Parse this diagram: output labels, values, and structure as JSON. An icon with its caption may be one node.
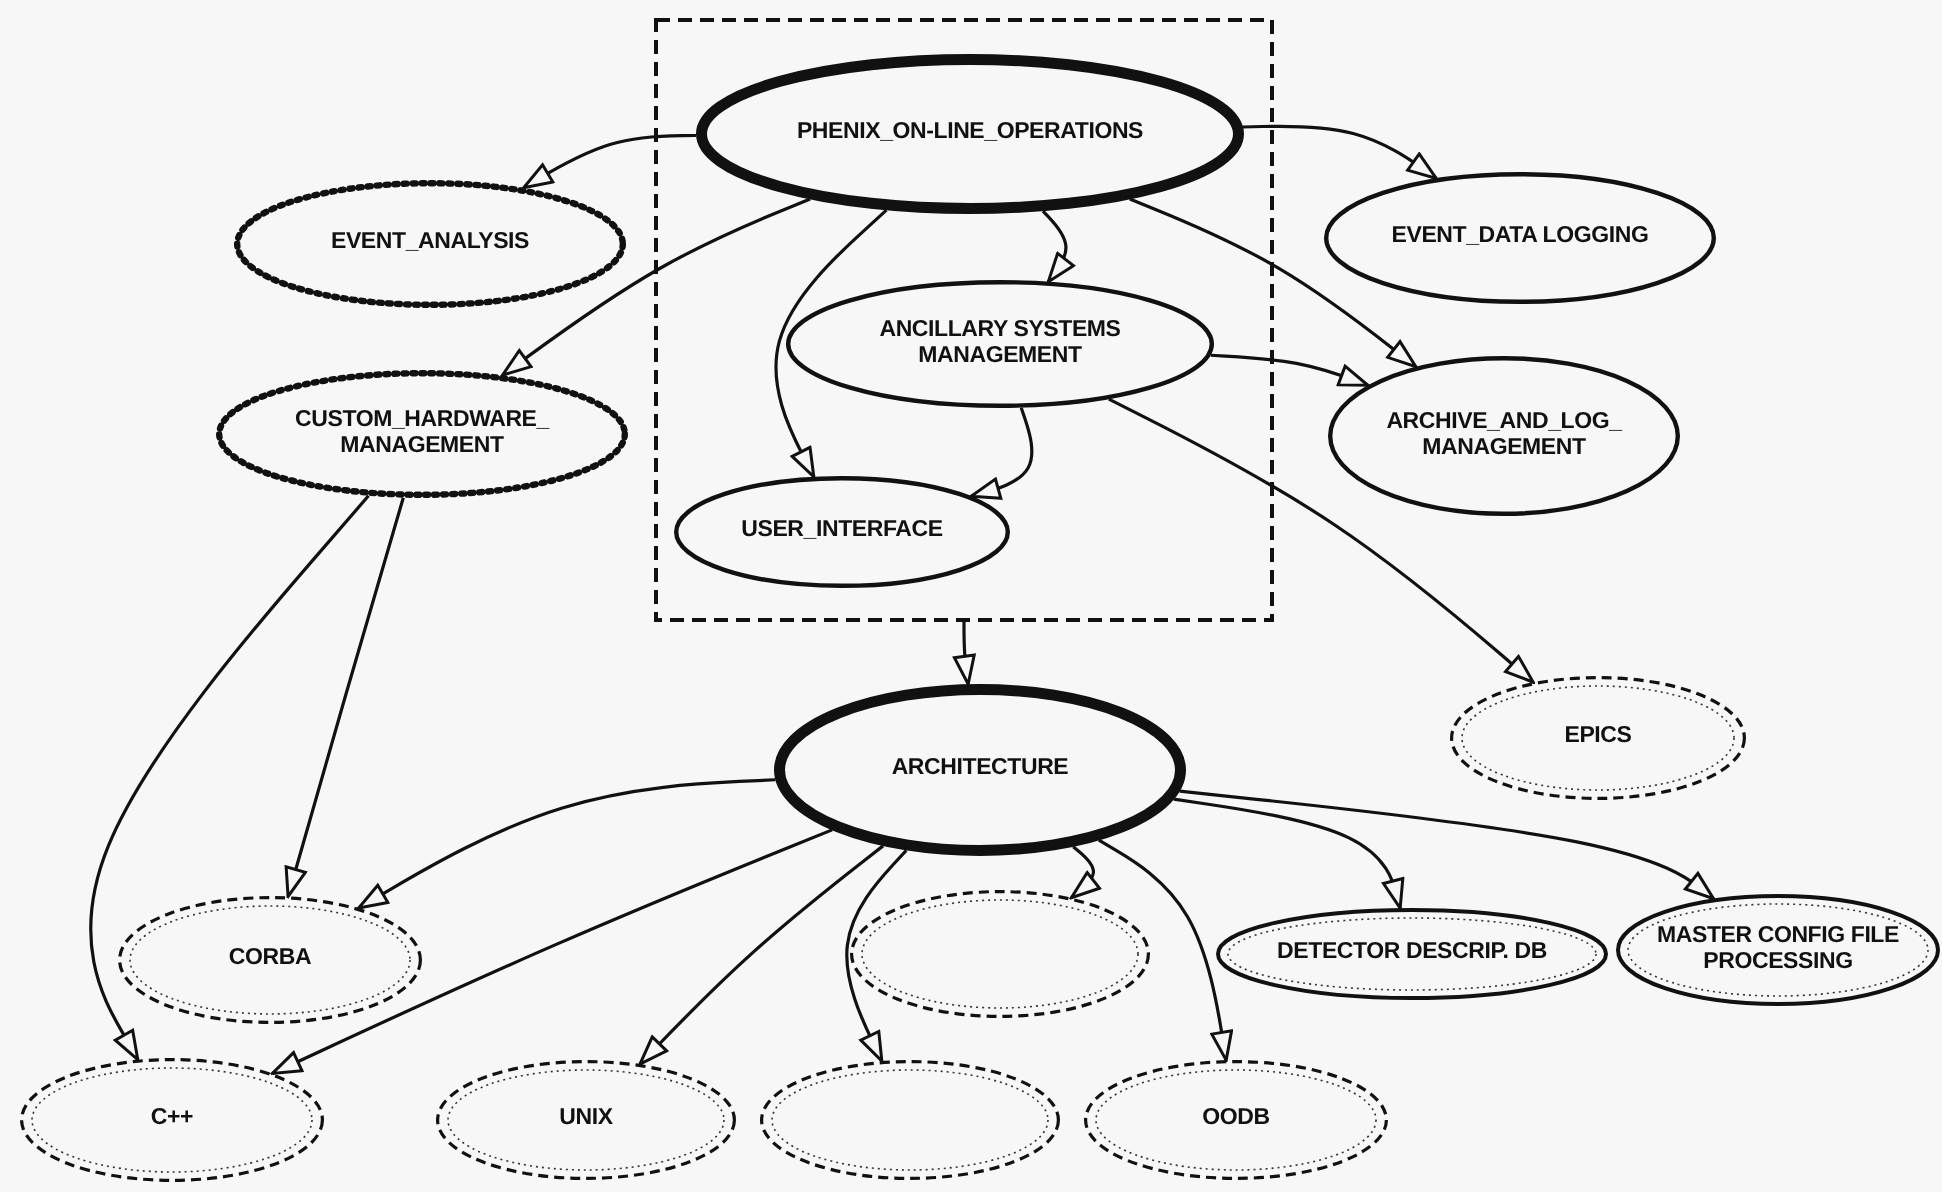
{
  "diagram": {
    "nodes": [
      {
        "text": [],
        "shape": "box"
      },
      {
        "text": [
          "PHENIX_ON-LINE_OPERATIONS"
        ],
        "in": 0
      },
      {
        "text": [
          "EVENT_ANALYSIS"
        ]
      },
      {
        "text": [
          "EVENT_DATA LOGGING"
        ]
      },
      {
        "text": [
          "ANCILLARY SYSTEMS MANAGEMENT"
        ],
        "in": 0
      },
      {
        "text": [
          "CUSTOM_HARDWARE_ MANAGEMENT"
        ]
      },
      {
        "text": [
          "ARCHIVE_AND_LOG_ MANAGEMENT"
        ]
      },
      {
        "text": [
          "USER_INTERFACE"
        ],
        "in": 0
      },
      {
        "text": [
          "EPICS"
        ]
      },
      {
        "text": [
          "ARCHITECTURE"
        ]
      },
      {
        "text": [
          "CORBA"
        ]
      },
      {
        "text": [],
        "shape": "ellipse"
      },
      {
        "text": [
          "DETECTOR DESCRIP. DB"
        ]
      },
      {
        "text": [
          "MASTER CONFIG FILE PROCESSING"
        ]
      },
      {
        "text": [
          "C++"
        ]
      },
      {
        "text": [
          "UNIX"
        ]
      },
      {
        "text": [],
        "shape": "ellipse"
      },
      {
        "text": [
          "OODB"
        ]
      }
    ],
    "edges": [
      {
        "from": 1,
        "to": 2,
        "arrow": "to"
      },
      {
        "from": 1,
        "to": 3,
        "arrow": "to"
      },
      {
        "from": 1,
        "to": 5,
        "arrow": "to"
      },
      {
        "from": 1,
        "to": 7,
        "arrow": "to"
      },
      {
        "from": 1,
        "to": 4,
        "arrow": "to"
      },
      {
        "from": 1,
        "to": 6,
        "arrow": "to"
      },
      {
        "from": 4,
        "to": 6,
        "arrow": "to"
      },
      {
        "from": 4,
        "to": 7,
        "arrow": "to"
      },
      {
        "from": 4,
        "to": 8,
        "arrow": "to"
      },
      {
        "from": 0,
        "to": 9,
        "arrow": "to"
      },
      {
        "from": 5,
        "to": 14,
        "arrow": "to"
      },
      {
        "from": 5,
        "to": 10,
        "arrow": "to"
      },
      {
        "from": 9,
        "to": 10,
        "arrow": "to"
      },
      {
        "from": 9,
        "to": 14,
        "arrow": "to"
      },
      {
        "from": 9,
        "to": 15,
        "arrow": "to"
      },
      {
        "from": 9,
        "to": 16,
        "arrow": "to"
      },
      {
        "from": 9,
        "to": 11,
        "arrow": "to"
      },
      {
        "from": 9,
        "to": 17,
        "arrow": "to"
      },
      {
        "from": 9,
        "to": 12,
        "arrow": "to"
      },
      {
        "from": 9,
        "to": 13,
        "arrow": "to"
      }
    ]
  }
}
